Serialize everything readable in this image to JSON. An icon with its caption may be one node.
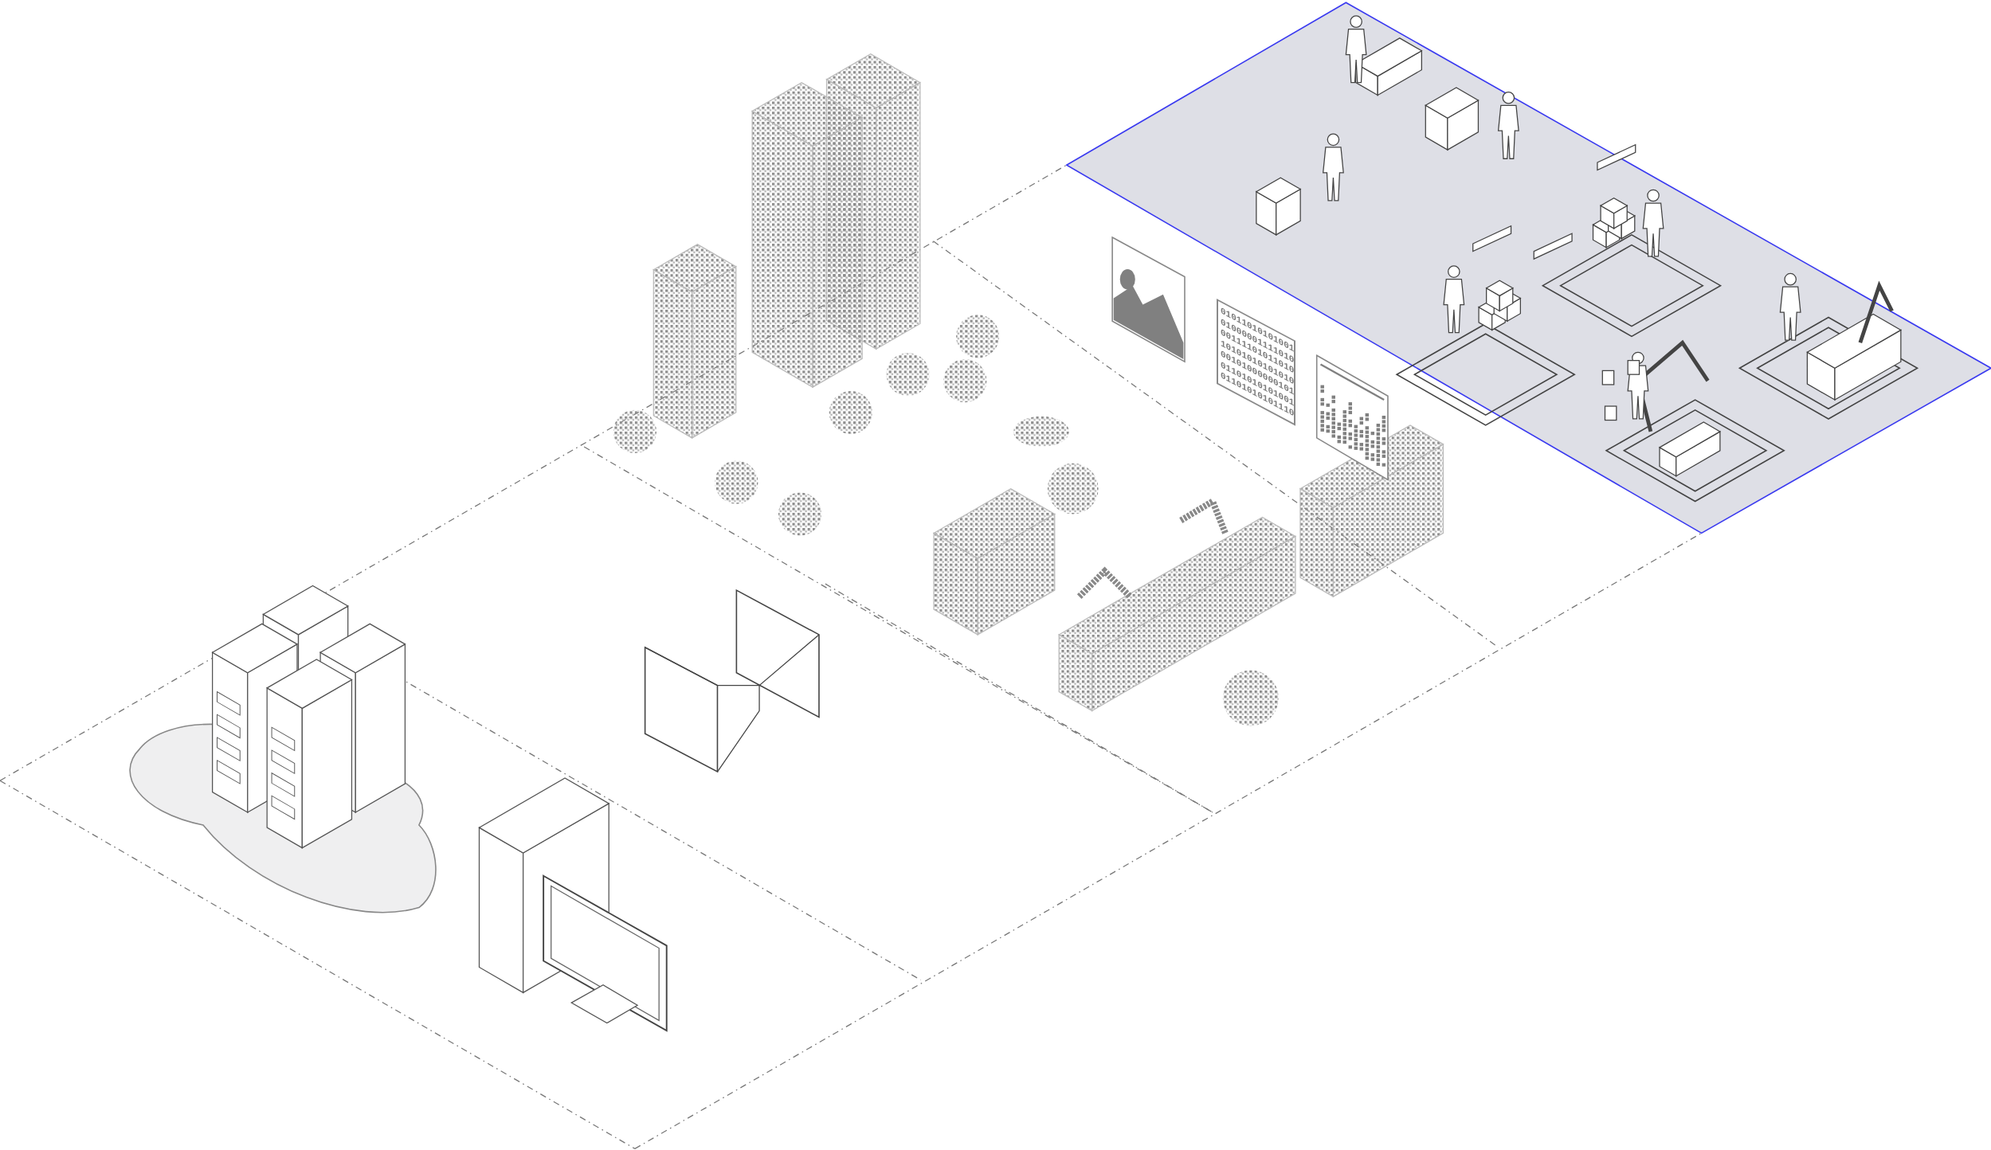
{
  "diagram": {
    "labels": [
      "01011010101001",
      "01000001111010",
      "00111101011010",
      "10101010101010",
      "00101000000101",
      "01101010101001",
      "01101010101110"
    ]
  }
}
